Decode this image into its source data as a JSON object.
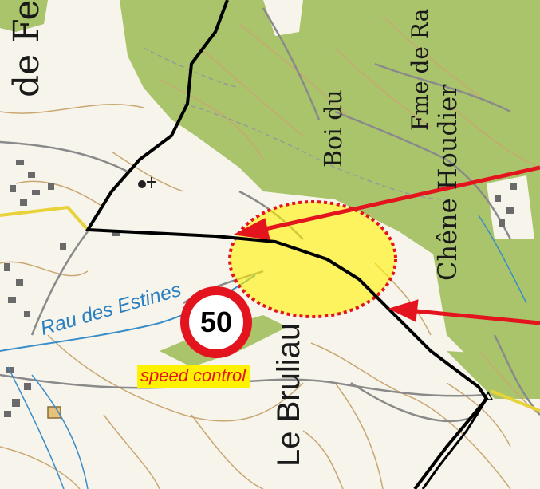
{
  "map": {
    "labels": {
      "de_fe": "de Fe",
      "boi_du": "Boi du",
      "fme_de_ra": "Fme de Ra",
      "chene_houdier": "Chêne Houdier",
      "rau_des_estines": "Rau des Estines",
      "le_bruliau": "Le Bruliau"
    },
    "speed_sign": {
      "value": "50"
    },
    "speed_label": "speed control",
    "colors": {
      "forest": "#a9c46b",
      "road": "#000000",
      "highlight": "#fff200",
      "arrow": "#e3141d",
      "water": "#3a8dc9",
      "contour": "#c9a772"
    }
  }
}
